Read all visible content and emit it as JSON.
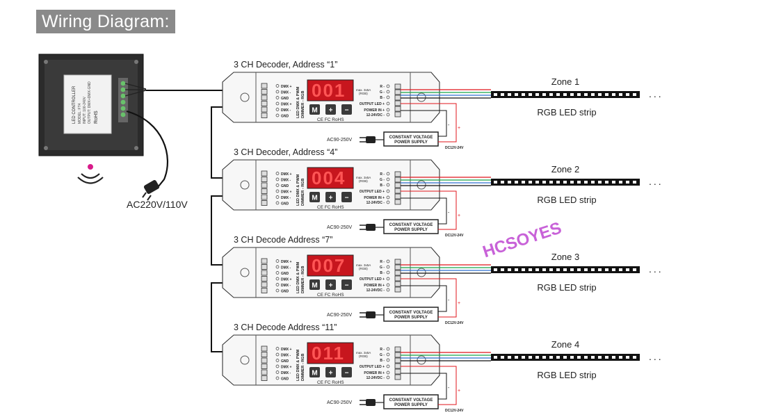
{
  "title": "Wiring Diagram:",
  "controller": {
    "panel_label": "LED CONTROLLER",
    "model": "MODEL: FT4",
    "input": "INPUT: 100-240V",
    "output": "OUTPUT: DMX+DMX-GND",
    "cert": "RoHS",
    "power_label": "AC220V/110V"
  },
  "watermark": "HCSOYES",
  "decoders": [
    {
      "title": "3 CH Decoder, Address “1”",
      "display": "001",
      "zone": "Zone 1",
      "strip_label": "RGB LED strip",
      "ac_label": "AC90-250V"
    },
    {
      "title": "3 CH Decoder, Address “4”",
      "display": "004",
      "zone": "Zone 2",
      "strip_label": "RGB LED strip",
      "ac_label": "AC90-250V"
    },
    {
      "title": "3 CH Decode   Address “7”",
      "display": "007",
      "zone": "Zone 3",
      "strip_label": "RGB LED strip",
      "ac_label": "AC90-250V"
    },
    {
      "title": "3 CH Decode   Address “11”",
      "display": "011",
      "zone": "Zone 4",
      "strip_label": "RGB LED strip",
      "ac_label": "AC90-250V"
    }
  ],
  "decoder_labels": {
    "device": "LED DMX & PWM",
    "device2": "DIMMER - RGB",
    "dmx_in": [
      "DMX +",
      "DMX -",
      "GND",
      "DMX +",
      "DMX -",
      "GND"
    ],
    "outputs": [
      "R -",
      "G -",
      "B -",
      "OUTPUT LED +",
      "POWER IN +",
      "12-24VDC -"
    ],
    "max": "max. 3x5A",
    "max2": "(RGB)",
    "buttons": [
      "M",
      "+",
      "−"
    ],
    "cert": "CE FC RoHS",
    "psu1": "CONSTANT VOLTAGE",
    "psu2": "POWER SUPPLY",
    "dc": "DC12V-24V",
    "plus": "+",
    "minus": "-"
  },
  "colors": {
    "red": "#e0151b",
    "green": "#19a34a",
    "blue": "#2f6fd0",
    "display_bg": "#c7161e",
    "watermark": "#c862d8",
    "title_bg": "#8a8a8a"
  }
}
